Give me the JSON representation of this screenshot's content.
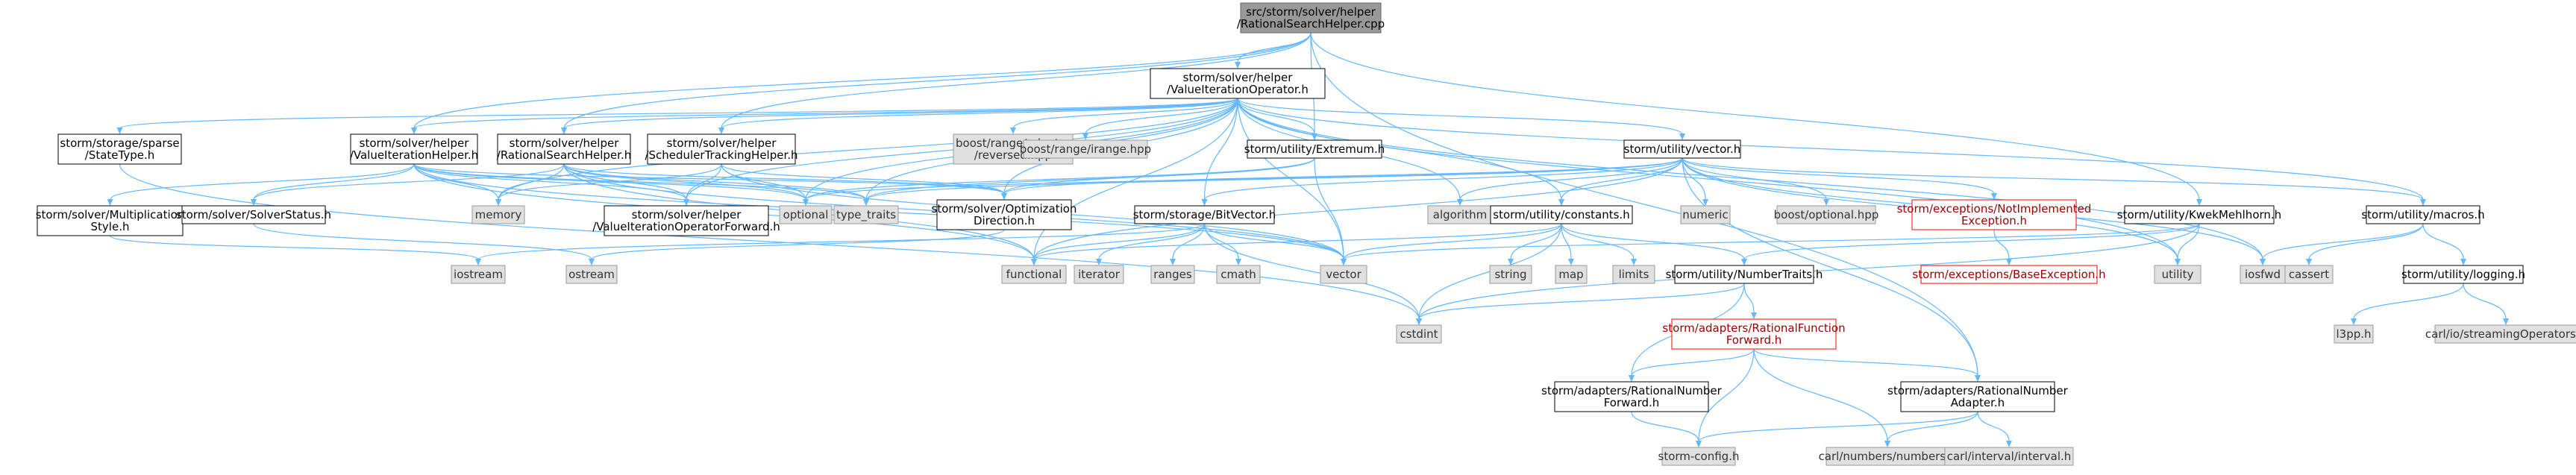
{
  "colors": {
    "edge": "#63b8ff",
    "root_fill": "#999999",
    "system_fill": "#e0e0e0",
    "error_stroke": "#ff0000",
    "error_text": "#990000"
  },
  "nodes": [
    {
      "id": "root",
      "kind": "root",
      "lines": [
        "src/storm/solver/helper",
        "/RationalSearchHelper.cpp"
      ]
    },
    {
      "id": "vio",
      "kind": "plain",
      "lines": [
        "storm/solver/helper",
        "/ValueIterationOperator.h"
      ]
    },
    {
      "id": "statetype",
      "kind": "plain",
      "lines": [
        "storm/storage/sparse",
        "/StateType.h"
      ]
    },
    {
      "id": "vih",
      "kind": "plain",
      "lines": [
        "storm/solver/helper",
        "/ValueIterationHelper.h"
      ]
    },
    {
      "id": "rsh",
      "kind": "plain",
      "lines": [
        "storm/solver/helper",
        "/RationalSearchHelper.h"
      ]
    },
    {
      "id": "sth",
      "kind": "plain",
      "lines": [
        "storm/solver/helper",
        "/SchedulerTrackingHelper.h"
      ]
    },
    {
      "id": "rev",
      "kind": "sys",
      "lines": [
        "boost/range/adaptor",
        "/reversed.hpp"
      ]
    },
    {
      "id": "irange",
      "kind": "sys",
      "lines": [
        "boost/range/irange.hpp"
      ]
    },
    {
      "id": "extremum",
      "kind": "plain",
      "lines": [
        "storm/utility/Extremum.h"
      ]
    },
    {
      "id": "vector_h",
      "kind": "plain",
      "lines": [
        "storm/utility/vector.h"
      ]
    },
    {
      "id": "multstyle",
      "kind": "plain",
      "lines": [
        "storm/solver/Multiplication",
        "Style.h"
      ]
    },
    {
      "id": "solverstatus",
      "kind": "plain",
      "lines": [
        "storm/solver/SolverStatus.h"
      ]
    },
    {
      "id": "memory",
      "kind": "sys",
      "lines": [
        "memory"
      ]
    },
    {
      "id": "viofwd",
      "kind": "plain",
      "lines": [
        "storm/solver/helper",
        "/ValueIterationOperatorForward.h"
      ]
    },
    {
      "id": "optional",
      "kind": "sys",
      "lines": [
        "optional"
      ]
    },
    {
      "id": "type_traits",
      "kind": "sys",
      "lines": [
        "type_traits"
      ]
    },
    {
      "id": "optdir",
      "kind": "plain",
      "lines": [
        "storm/solver/Optimization",
        "Direction.h"
      ]
    },
    {
      "id": "bitvector",
      "kind": "plain",
      "lines": [
        "storm/storage/BitVector.h"
      ]
    },
    {
      "id": "algorithm",
      "kind": "sys",
      "lines": [
        "algorithm"
      ]
    },
    {
      "id": "constants",
      "kind": "plain",
      "lines": [
        "storm/utility/constants.h"
      ]
    },
    {
      "id": "numeric",
      "kind": "sys",
      "lines": [
        "numeric"
      ]
    },
    {
      "id": "boostopt",
      "kind": "sys",
      "lines": [
        "boost/optional.hpp"
      ]
    },
    {
      "id": "notimpl",
      "kind": "red",
      "lines": [
        "storm/exceptions/NotImplemented",
        "Exception.h"
      ]
    },
    {
      "id": "kwek",
      "kind": "plain",
      "lines": [
        "storm/utility/KwekMehlhorn.h"
      ]
    },
    {
      "id": "macros",
      "kind": "plain",
      "lines": [
        "storm/utility/macros.h"
      ]
    },
    {
      "id": "iostream",
      "kind": "sys",
      "lines": [
        "iostream"
      ]
    },
    {
      "id": "ostream",
      "kind": "sys",
      "lines": [
        "ostream"
      ]
    },
    {
      "id": "functional",
      "kind": "sys",
      "lines": [
        "functional"
      ]
    },
    {
      "id": "iterator",
      "kind": "sys",
      "lines": [
        "iterator"
      ]
    },
    {
      "id": "ranges",
      "kind": "sys",
      "lines": [
        "ranges"
      ]
    },
    {
      "id": "cmath",
      "kind": "sys",
      "lines": [
        "cmath"
      ]
    },
    {
      "id": "vector",
      "kind": "sys",
      "lines": [
        "vector"
      ]
    },
    {
      "id": "string",
      "kind": "sys",
      "lines": [
        "string"
      ]
    },
    {
      "id": "map",
      "kind": "sys",
      "lines": [
        "map"
      ]
    },
    {
      "id": "limits",
      "kind": "sys",
      "lines": [
        "limits"
      ]
    },
    {
      "id": "numtraits",
      "kind": "plain",
      "lines": [
        "storm/utility/NumberTraits.h"
      ]
    },
    {
      "id": "baseexc",
      "kind": "red",
      "lines": [
        "storm/exceptions/BaseException.h"
      ]
    },
    {
      "id": "utility",
      "kind": "sys",
      "lines": [
        "utility"
      ]
    },
    {
      "id": "iosfwd",
      "kind": "sys",
      "lines": [
        "iosfwd"
      ]
    },
    {
      "id": "cassert",
      "kind": "sys",
      "lines": [
        "cassert"
      ]
    },
    {
      "id": "logging",
      "kind": "plain",
      "lines": [
        "storm/utility/logging.h"
      ]
    },
    {
      "id": "cstdint",
      "kind": "sys",
      "lines": [
        "cstdint"
      ]
    },
    {
      "id": "ratfuncfwd",
      "kind": "red",
      "lines": [
        "storm/adapters/RationalFunction",
        "Forward.h"
      ]
    },
    {
      "id": "l3pp",
      "kind": "sys",
      "lines": [
        "l3pp.h"
      ]
    },
    {
      "id": "carlstream",
      "kind": "sys",
      "lines": [
        "carl/io/streamingOperators.h"
      ]
    },
    {
      "id": "ratnumfwd",
      "kind": "plain",
      "lines": [
        "storm/adapters/RationalNumber",
        "Forward.h"
      ]
    },
    {
      "id": "ratnumadapter",
      "kind": "plain",
      "lines": [
        "storm/adapters/RationalNumber",
        "Adapter.h"
      ]
    },
    {
      "id": "stormconfig",
      "kind": "sys",
      "lines": [
        "storm-config.h"
      ]
    },
    {
      "id": "carlnumbers",
      "kind": "sys",
      "lines": [
        "carl/numbers/numbers.h"
      ]
    },
    {
      "id": "carlinterval",
      "kind": "sys",
      "lines": [
        "carl/interval/interval.h"
      ]
    }
  ],
  "edges": [
    [
      "root",
      "vio"
    ],
    [
      "root",
      "vih"
    ],
    [
      "root",
      "rsh"
    ],
    [
      "root",
      "sth"
    ],
    [
      "root",
      "extremum"
    ],
    [
      "root",
      "kwek"
    ],
    [
      "root",
      "ratnumadapter"
    ],
    [
      "vio",
      "statetype"
    ],
    [
      "vio",
      "rev"
    ],
    [
      "vio",
      "irange"
    ],
    [
      "vio",
      "extremum"
    ],
    [
      "vio",
      "vector_h"
    ],
    [
      "vio",
      "vih"
    ],
    [
      "vio",
      "rsh"
    ],
    [
      "vio",
      "sth"
    ],
    [
      "vio",
      "optional"
    ],
    [
      "vio",
      "type_traits"
    ],
    [
      "vio",
      "optdir"
    ],
    [
      "vio",
      "viofwd"
    ],
    [
      "vio",
      "bitvector"
    ],
    [
      "vio",
      "algorithm"
    ],
    [
      "vio",
      "constants"
    ],
    [
      "vio",
      "macros"
    ],
    [
      "vio",
      "functional"
    ],
    [
      "vio",
      "vector"
    ],
    [
      "vio",
      "utility"
    ],
    [
      "vio",
      "iosfwd"
    ],
    [
      "vio",
      "memory"
    ],
    [
      "statetype",
      "cstdint"
    ],
    [
      "vih",
      "multstyle"
    ],
    [
      "vih",
      "solverstatus"
    ],
    [
      "vih",
      "memory"
    ],
    [
      "vih",
      "viofwd"
    ],
    [
      "vih",
      "optional"
    ],
    [
      "vih",
      "type_traits"
    ],
    [
      "vih",
      "optdir"
    ],
    [
      "vih",
      "functional"
    ],
    [
      "vih",
      "vector"
    ],
    [
      "rsh",
      "memory"
    ],
    [
      "rsh",
      "viofwd"
    ],
    [
      "rsh",
      "optional"
    ],
    [
      "rsh",
      "type_traits"
    ],
    [
      "rsh",
      "optdir"
    ],
    [
      "rsh",
      "solverstatus"
    ],
    [
      "rsh",
      "functional"
    ],
    [
      "rsh",
      "vector"
    ],
    [
      "sth",
      "memory"
    ],
    [
      "sth",
      "viofwd"
    ],
    [
      "sth",
      "optdir"
    ],
    [
      "sth",
      "optional"
    ],
    [
      "sth",
      "vector"
    ],
    [
      "extremum",
      "optional"
    ],
    [
      "extremum",
      "type_traits"
    ],
    [
      "extremum",
      "optdir"
    ],
    [
      "extremum",
      "vector"
    ],
    [
      "vector_h",
      "optional"
    ],
    [
      "vector_h",
      "type_traits"
    ],
    [
      "vector_h",
      "optdir"
    ],
    [
      "vector_h",
      "bitvector"
    ],
    [
      "vector_h",
      "algorithm"
    ],
    [
      "vector_h",
      "constants"
    ],
    [
      "vector_h",
      "numeric"
    ],
    [
      "vector_h",
      "boostopt"
    ],
    [
      "vector_h",
      "notimpl"
    ],
    [
      "vector_h",
      "macros"
    ],
    [
      "vector_h",
      "functional"
    ],
    [
      "vector_h",
      "iosfwd"
    ],
    [
      "vector_h",
      "ratnumadapter"
    ],
    [
      "vector_h",
      "utility"
    ],
    [
      "multstyle",
      "iostream"
    ],
    [
      "solverstatus",
      "ostream"
    ],
    [
      "optdir",
      "ostream"
    ],
    [
      "bitvector",
      "iostream"
    ],
    [
      "bitvector",
      "functional"
    ],
    [
      "bitvector",
      "iterator"
    ],
    [
      "bitvector",
      "ranges"
    ],
    [
      "bitvector",
      "cmath"
    ],
    [
      "bitvector",
      "vector"
    ],
    [
      "bitvector",
      "cstdint"
    ],
    [
      "constants",
      "functional"
    ],
    [
      "constants",
      "string"
    ],
    [
      "constants",
      "map"
    ],
    [
      "constants",
      "limits"
    ],
    [
      "constants",
      "vector"
    ],
    [
      "constants",
      "numtraits"
    ],
    [
      "constants",
      "cstdint"
    ],
    [
      "notimpl",
      "baseexc"
    ],
    [
      "kwek",
      "utility"
    ],
    [
      "kwek",
      "numtraits"
    ],
    [
      "kwek",
      "cstdint"
    ],
    [
      "kwek",
      "vector"
    ],
    [
      "macros",
      "cassert"
    ],
    [
      "macros",
      "iosfwd"
    ],
    [
      "macros",
      "logging"
    ],
    [
      "logging",
      "l3pp"
    ],
    [
      "logging",
      "carlstream"
    ],
    [
      "numtraits",
      "ratfuncfwd"
    ],
    [
      "numtraits",
      "ratnumfwd"
    ],
    [
      "numtraits",
      "cstdint"
    ],
    [
      "ratfuncfwd",
      "ratnumfwd"
    ],
    [
      "ratfuncfwd",
      "ratnumadapter"
    ],
    [
      "ratfuncfwd",
      "stormconfig"
    ],
    [
      "ratfuncfwd",
      "carlnumbers"
    ],
    [
      "ratnumfwd",
      "stormconfig"
    ],
    [
      "ratnumadapter",
      "stormconfig"
    ],
    [
      "ratnumadapter",
      "carlnumbers"
    ],
    [
      "ratnumadapter",
      "carlinterval"
    ]
  ]
}
